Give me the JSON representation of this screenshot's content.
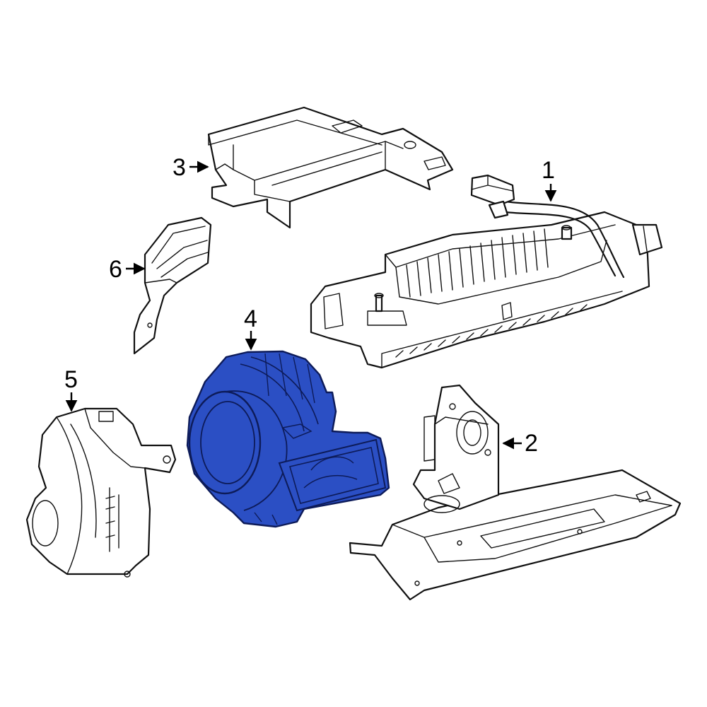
{
  "diagram": {
    "highlight_color": "#2b4fc4",
    "outline_color": "#111111",
    "background": "#ffffff"
  },
  "callouts": [
    {
      "id": "1",
      "label": "1"
    },
    {
      "id": "2",
      "label": "2"
    },
    {
      "id": "3",
      "label": "3"
    },
    {
      "id": "4",
      "label": "4",
      "highlighted": true
    },
    {
      "id": "5",
      "label": "5"
    },
    {
      "id": "6",
      "label": "6"
    }
  ]
}
